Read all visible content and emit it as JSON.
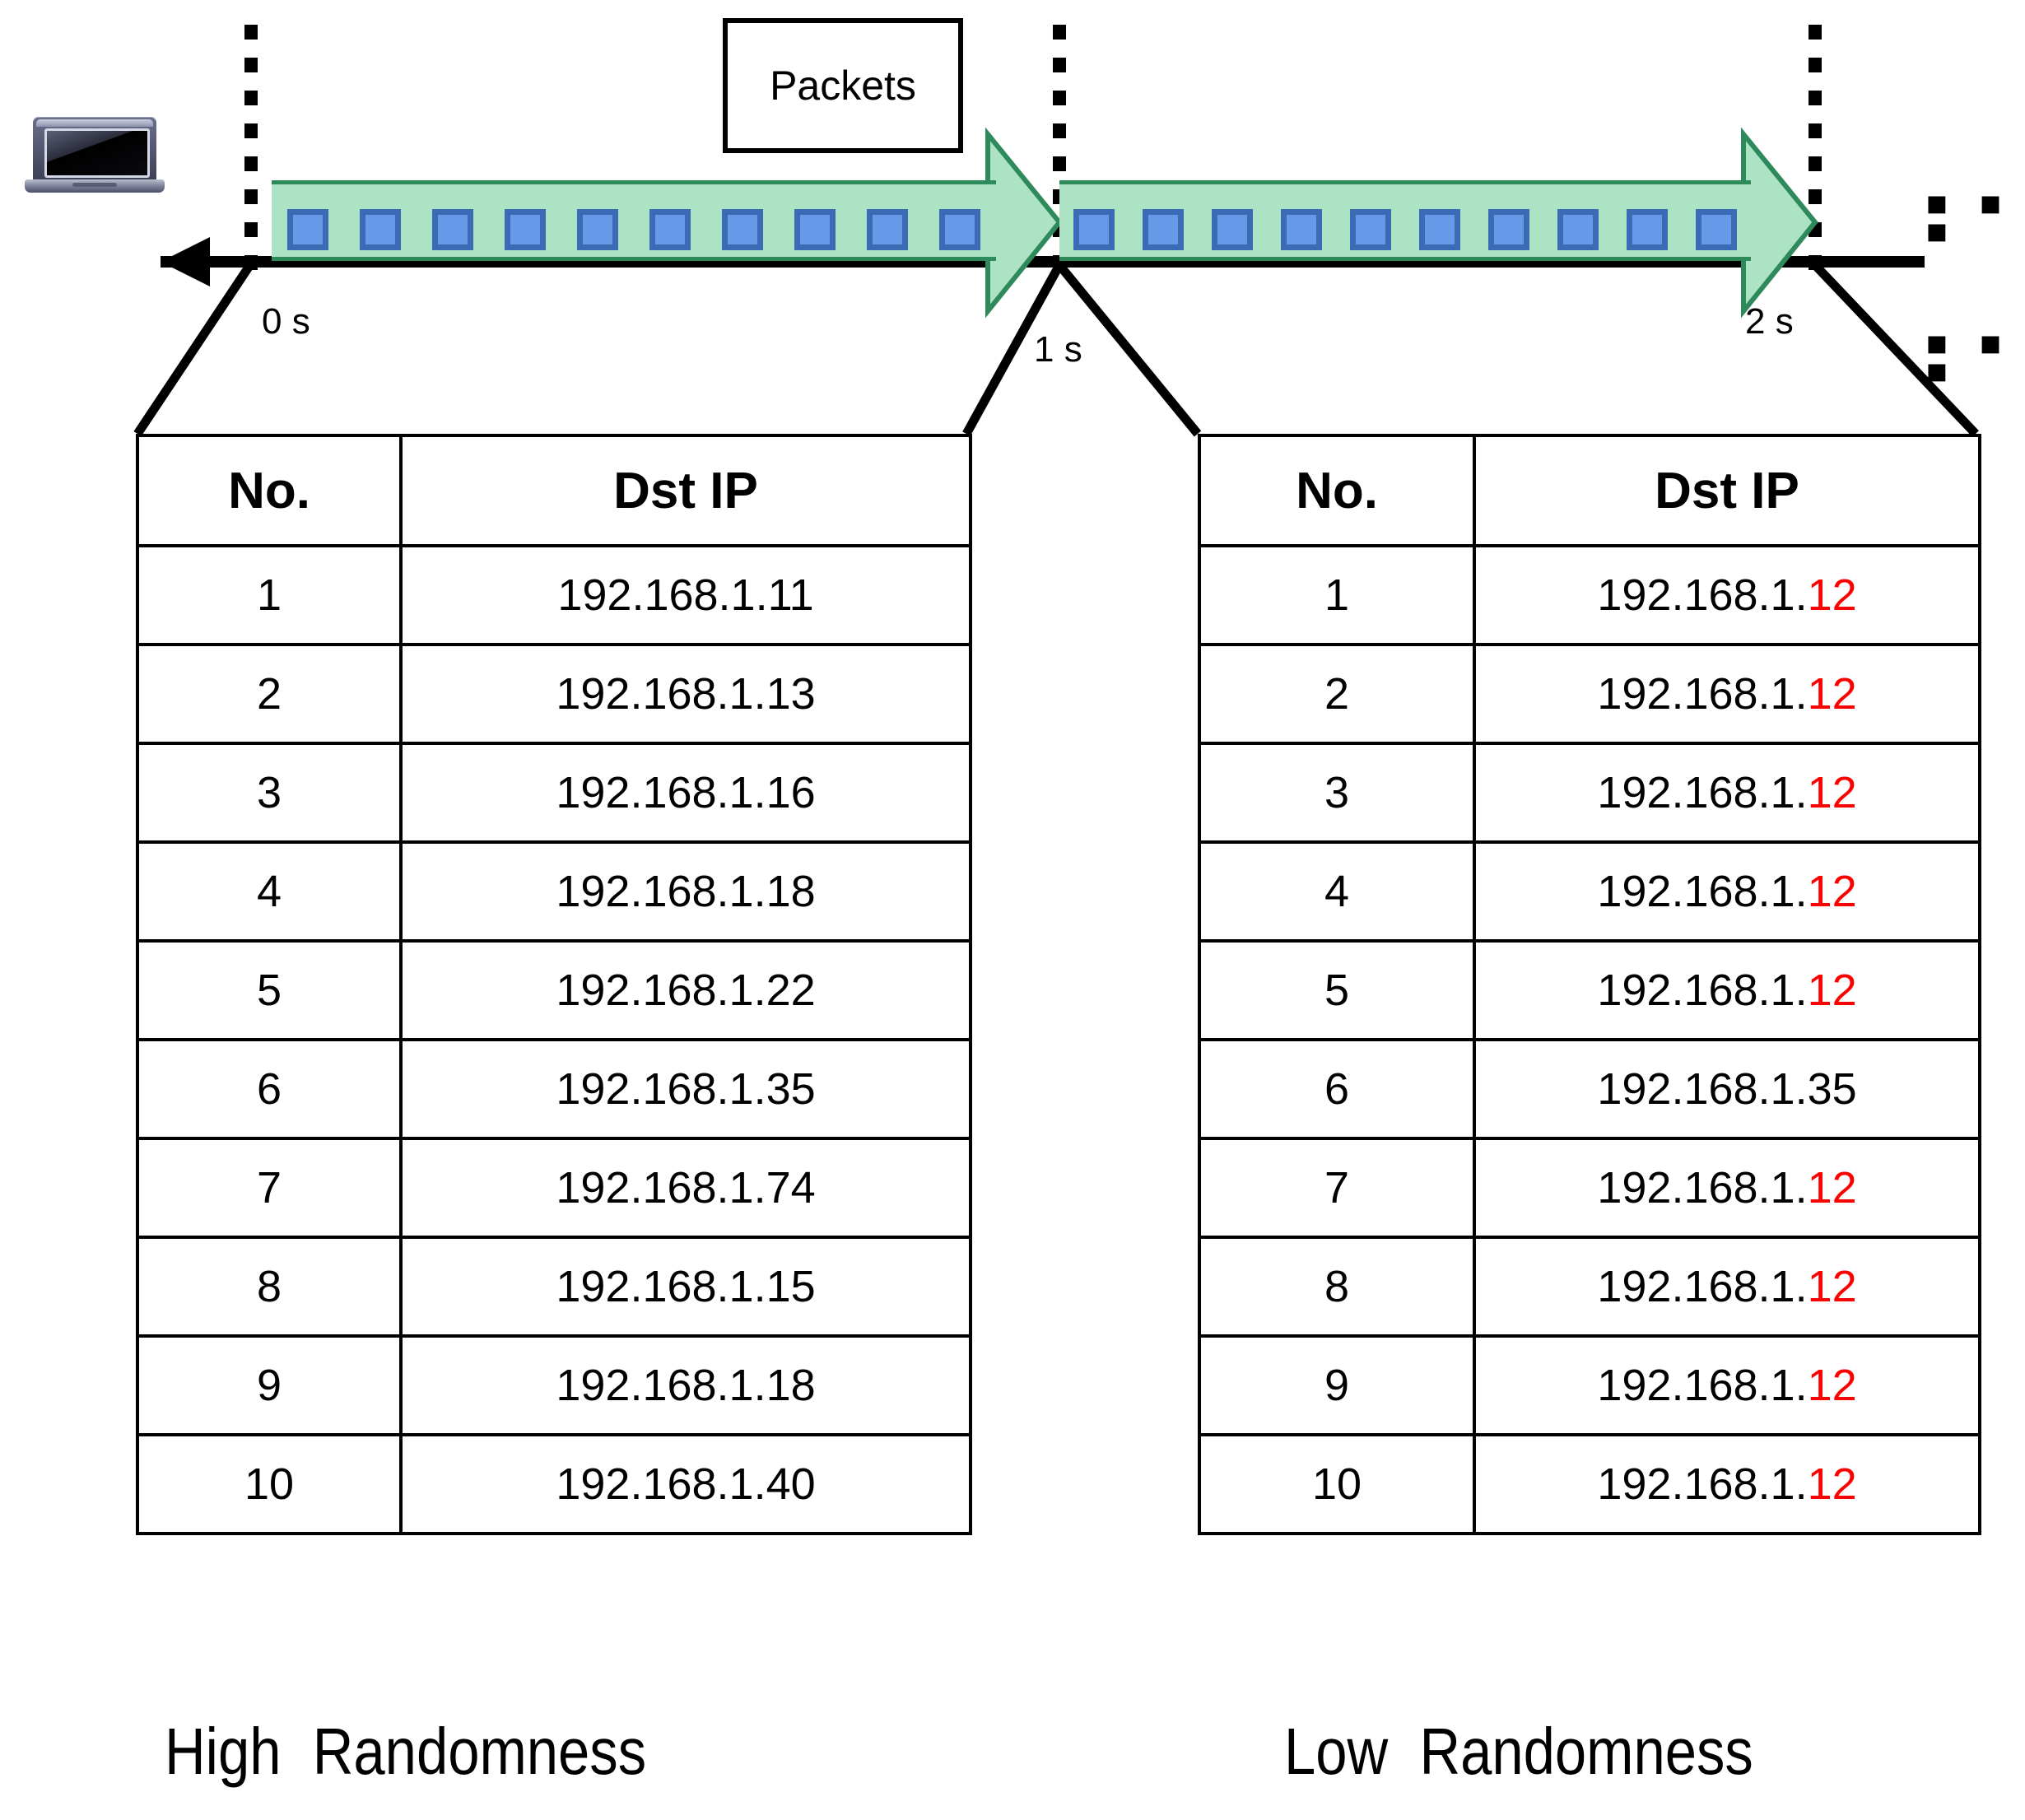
{
  "diagram": {
    "title_box": {
      "label": "Packets",
      "icon": "packet-flow-label"
    },
    "device": {
      "icon": "laptop-icon"
    },
    "timeline": {
      "ticks": [
        {
          "label": "0 s"
        },
        {
          "label": "1 s"
        },
        {
          "label": "2 s"
        }
      ],
      "continuation": "▪ ▪ ▪",
      "packets_per_interval": 10,
      "arrow_color": "#ace3c4",
      "arrow_border_color": "#2f8a5b",
      "packet_color": "#6699e8",
      "packet_border_color": "#3b6bb5"
    },
    "tables": [
      {
        "name": "high-randomness-table",
        "caption": "High  Randomness",
        "columns": [
          "No.",
          "Dst IP"
        ],
        "rows": [
          {
            "no": "1",
            "ip_prefix": "192.168.1.11",
            "ip_highlight": ""
          },
          {
            "no": "2",
            "ip_prefix": "192.168.1.13",
            "ip_highlight": ""
          },
          {
            "no": "3",
            "ip_prefix": "192.168.1.16",
            "ip_highlight": ""
          },
          {
            "no": "4",
            "ip_prefix": "192.168.1.18",
            "ip_highlight": ""
          },
          {
            "no": "5",
            "ip_prefix": "192.168.1.22",
            "ip_highlight": ""
          },
          {
            "no": "6",
            "ip_prefix": "192.168.1.35",
            "ip_highlight": ""
          },
          {
            "no": "7",
            "ip_prefix": "192.168.1.74",
            "ip_highlight": ""
          },
          {
            "no": "8",
            "ip_prefix": "192.168.1.15",
            "ip_highlight": ""
          },
          {
            "no": "9",
            "ip_prefix": "192.168.1.18",
            "ip_highlight": ""
          },
          {
            "no": "10",
            "ip_prefix": "192.168.1.40",
            "ip_highlight": ""
          }
        ]
      },
      {
        "name": "low-randomness-table",
        "caption": "Low  Randomness",
        "columns": [
          "No.",
          "Dst IP"
        ],
        "highlight_color": "#ff0000",
        "rows": [
          {
            "no": "1",
            "ip_prefix": "192.168.1.",
            "ip_highlight": "12"
          },
          {
            "no": "2",
            "ip_prefix": "192.168.1.",
            "ip_highlight": "12"
          },
          {
            "no": "3",
            "ip_prefix": "192.168.1.",
            "ip_highlight": "12"
          },
          {
            "no": "4",
            "ip_prefix": "192.168.1.",
            "ip_highlight": "12"
          },
          {
            "no": "5",
            "ip_prefix": "192.168.1.",
            "ip_highlight": "12"
          },
          {
            "no": "6",
            "ip_prefix": "192.168.1.35",
            "ip_highlight": ""
          },
          {
            "no": "7",
            "ip_prefix": "192.168.1.",
            "ip_highlight": "12"
          },
          {
            "no": "8",
            "ip_prefix": "192.168.1.",
            "ip_highlight": "12"
          },
          {
            "no": "9",
            "ip_prefix": "192.168.1.",
            "ip_highlight": "12"
          },
          {
            "no": "10",
            "ip_prefix": "192.168.1.",
            "ip_highlight": "12"
          }
        ]
      }
    ]
  }
}
